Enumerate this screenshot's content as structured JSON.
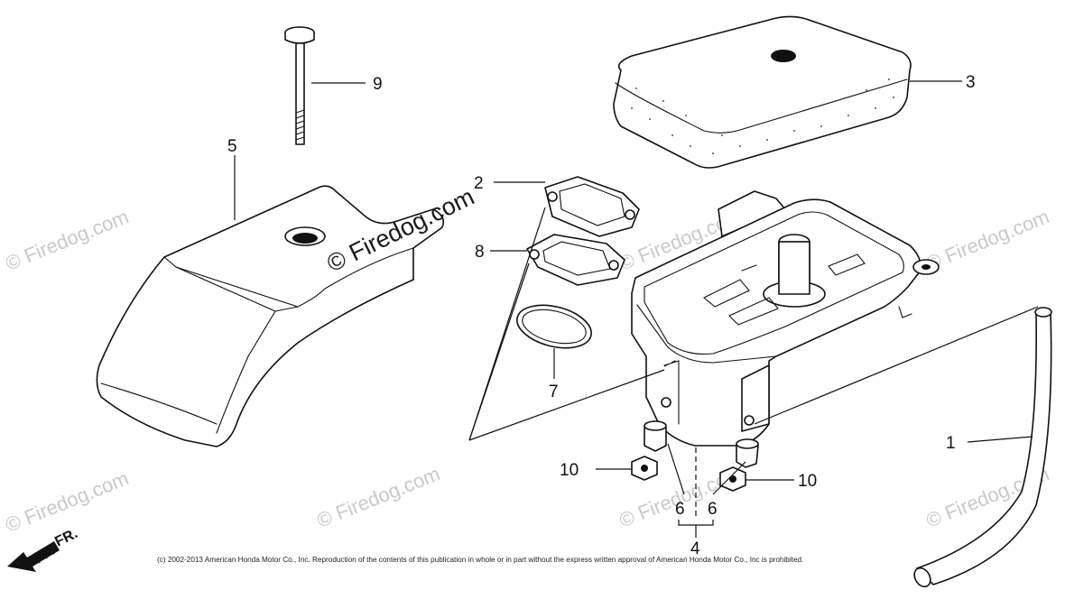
{
  "diagram": {
    "callouts": {
      "c1": "1",
      "c2": "2",
      "c3": "3",
      "c4": "4",
      "c5": "5",
      "c6a": "6",
      "c6b": "6",
      "c7": "7",
      "c8": "8",
      "c9": "9",
      "c10a": "10",
      "c10b": "10"
    },
    "watermark": {
      "main": "© Firedog.com",
      "repeat": "© Firedog.com"
    },
    "front_marker": "FR.",
    "copyright": "(c) 2002-2013 American Honda Motor Co., Inc. Reproduction of the contents of this publication in whole or in part without the express written approval of American Honda Motor Co., Inc is prohibited."
  }
}
